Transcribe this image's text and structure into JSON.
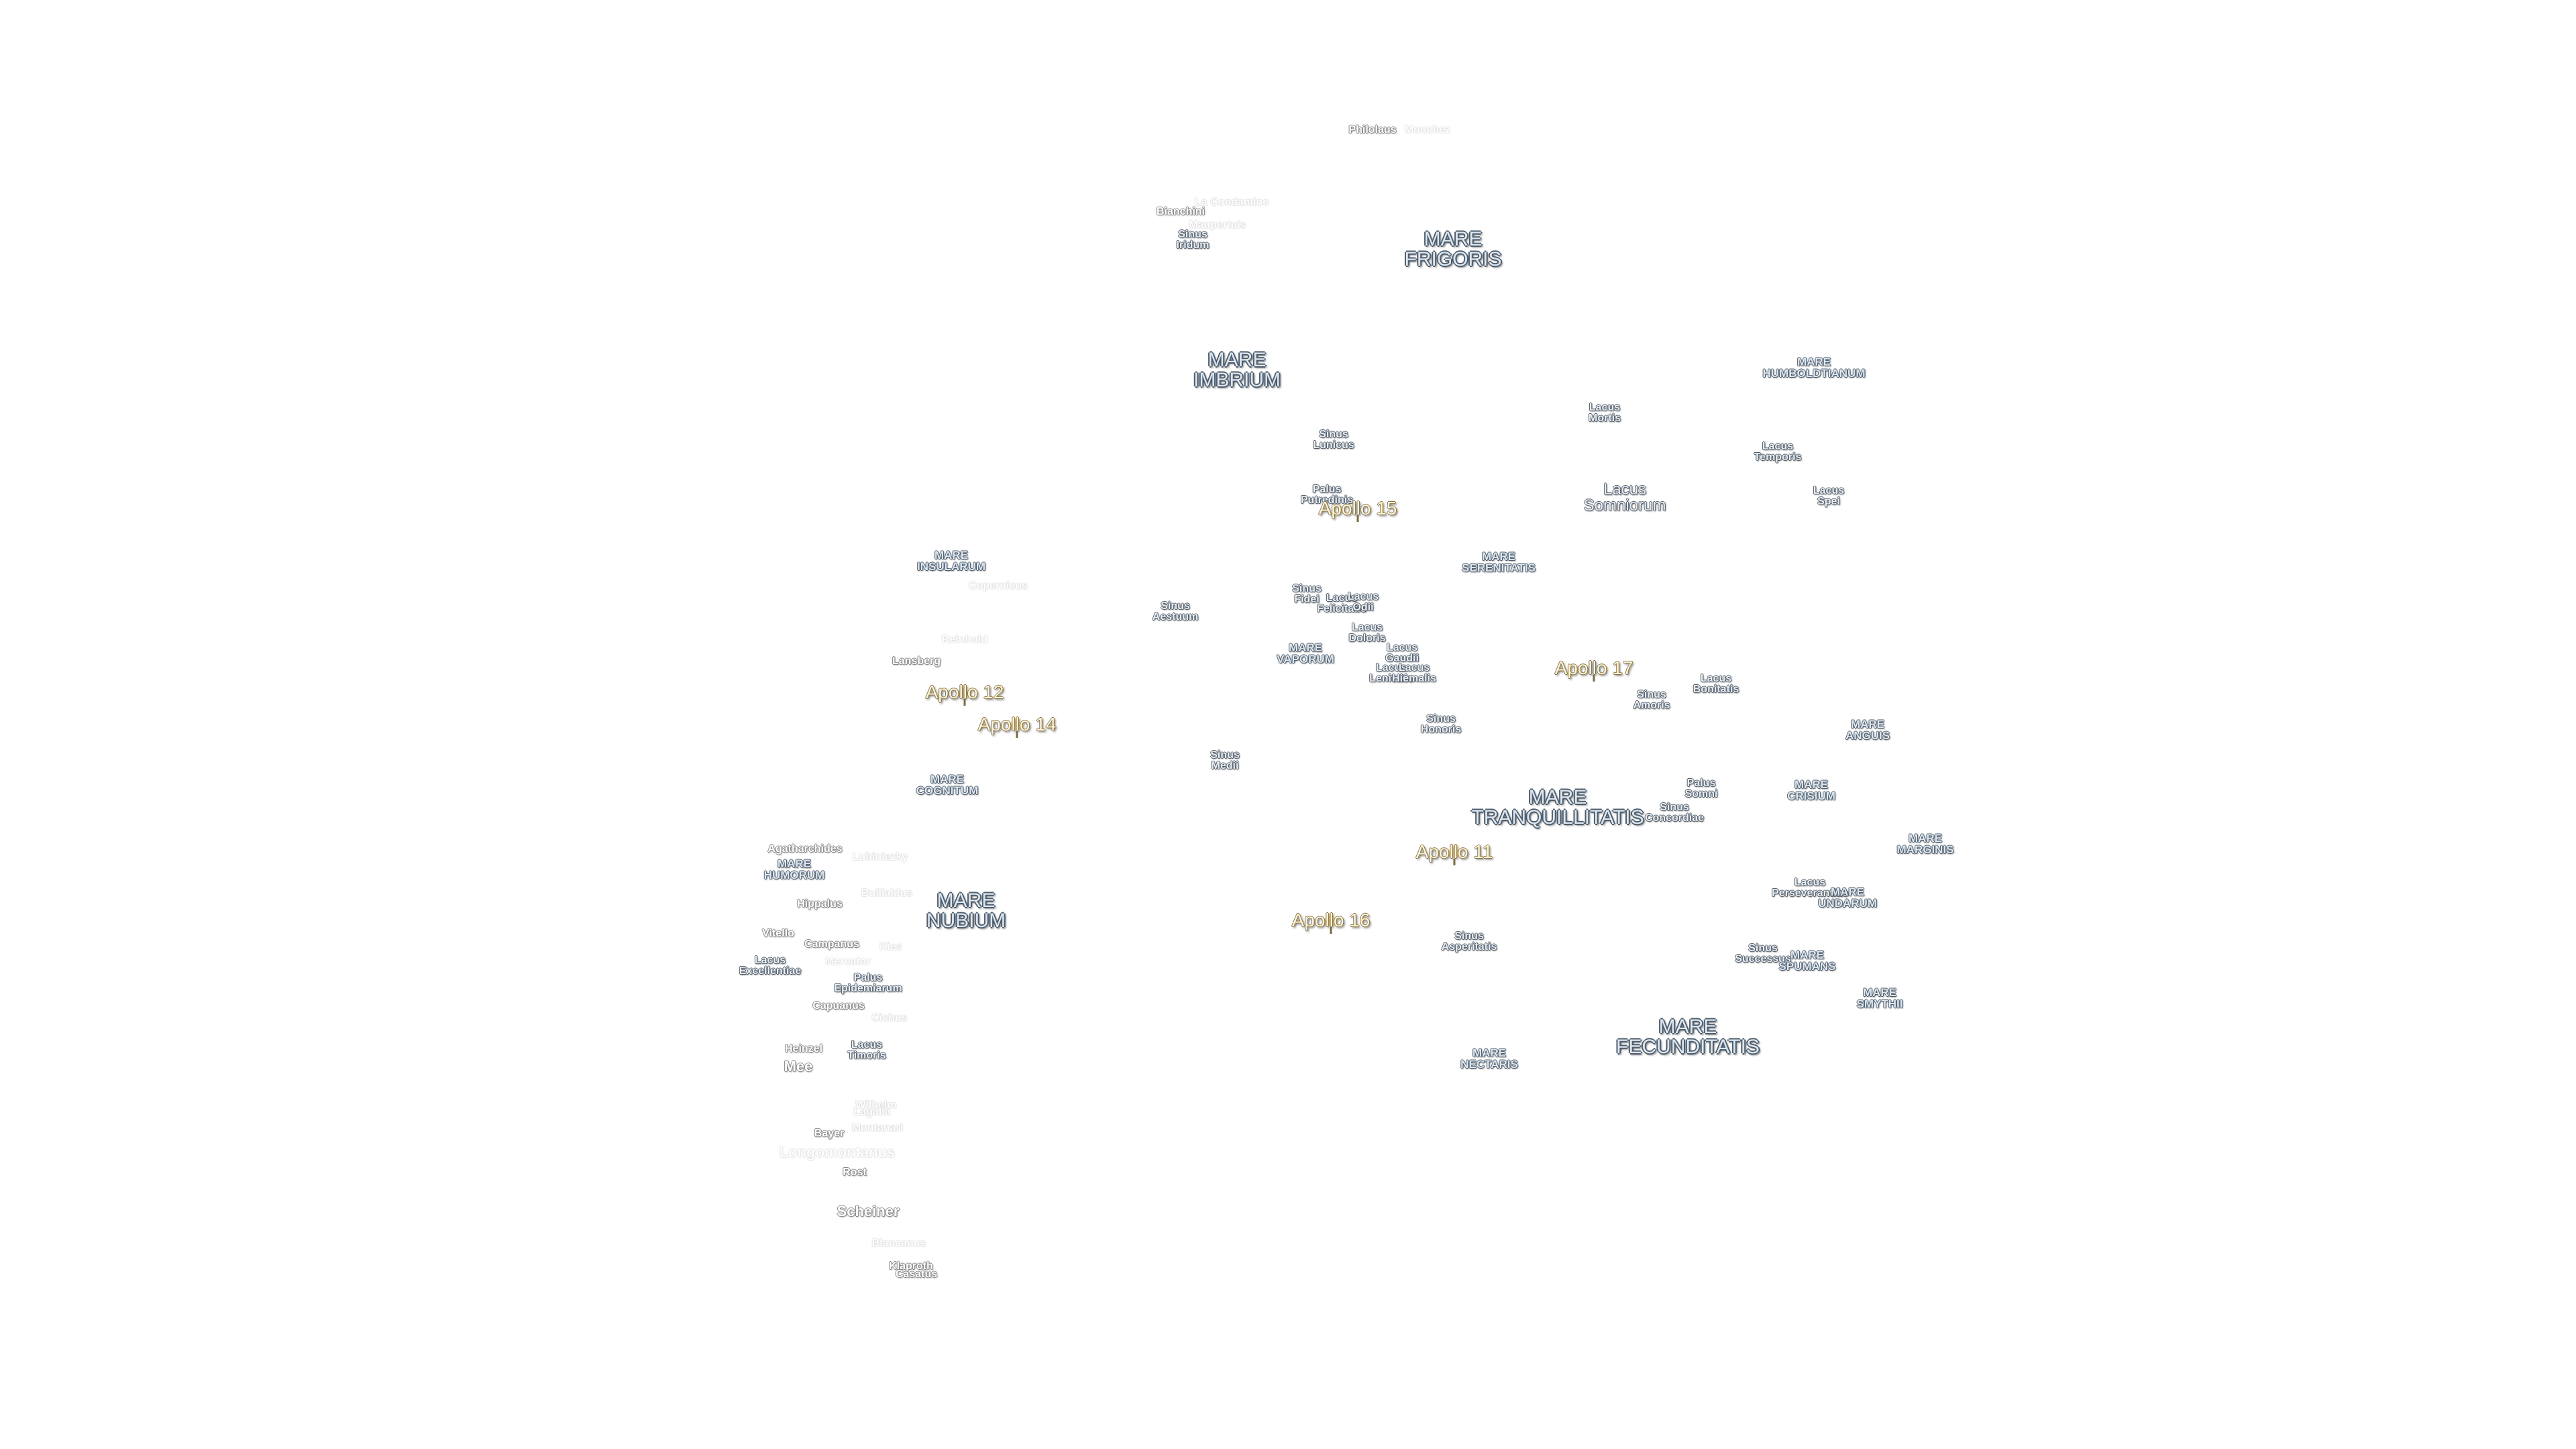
{
  "labels": [
    {
      "id": "philolaus",
      "text": "Philolaus",
      "kind": "crater"
    },
    {
      "id": "mouchez",
      "text": "Mouchez",
      "kind": "faint"
    },
    {
      "id": "la-condamine",
      "text": "La Condamine",
      "kind": "faint"
    },
    {
      "id": "bianchini",
      "text": "Bianchini",
      "kind": "crater"
    },
    {
      "id": "maupertuis",
      "text": "Maupertuis",
      "kind": "faint"
    },
    {
      "id": "sinus-iridum",
      "text": "Sinus\nIridum",
      "kind": "lacus"
    },
    {
      "id": "mare-frigoris",
      "text": "MARE\nFRIGORIS",
      "kind": "mare"
    },
    {
      "id": "mare-imbrium",
      "text": "MARE\nIMBRIUM",
      "kind": "mare"
    },
    {
      "id": "mare-humboldtianum",
      "text": "MARE\nHUMBOLDTIANUM",
      "kind": "mare-s"
    },
    {
      "id": "lacus-mortis",
      "text": "Lacus\nMortis",
      "kind": "lacus"
    },
    {
      "id": "sinus-lunicus",
      "text": "Sinus\nLunicus",
      "kind": "lacus"
    },
    {
      "id": "lacus-temporis",
      "text": "Lacus\nTemporis",
      "kind": "lacus"
    },
    {
      "id": "palus-putredinis",
      "text": "Palus\nPutredinis",
      "kind": "lacus"
    },
    {
      "id": "lacus-somniorum",
      "text": "Lacus\nSomniorum",
      "kind": "lacus-l"
    },
    {
      "id": "lacus-spei",
      "text": "Lacus\nSpei",
      "kind": "lacus"
    },
    {
      "id": "mare-insularum",
      "text": "MARE\nINSULARUM",
      "kind": "mare-s"
    },
    {
      "id": "copernicus",
      "text": "Copernicus",
      "kind": "faint"
    },
    {
      "id": "mare-serenitatis",
      "text": "MARE\nSERENITATIS",
      "kind": "mare-s"
    },
    {
      "id": "sinus-aestuum",
      "text": "Sinus\nAestuum",
      "kind": "lacus"
    },
    {
      "id": "sinus-fidei",
      "text": "Sinus\nFidei",
      "kind": "lacus"
    },
    {
      "id": "lacus-felicitatis",
      "text": "Lacus\nFelicitatis",
      "kind": "lacus"
    },
    {
      "id": "lacus-odii",
      "text": "Lacus\nOdii",
      "kind": "lacus"
    },
    {
      "id": "reinhold",
      "text": "Reinhold",
      "kind": "faint"
    },
    {
      "id": "lacus-doloris",
      "text": "Lacus\nDoloris",
      "kind": "lacus"
    },
    {
      "id": "mare-vaporum",
      "text": "MARE\nVAPORUM",
      "kind": "mare-s"
    },
    {
      "id": "lacus-gaudii",
      "text": "Lacus\nGaudii",
      "kind": "lacus"
    },
    {
      "id": "lansberg",
      "text": "Lansberg",
      "kind": "crater"
    },
    {
      "id": "lacus-lenitatis",
      "text": "Lacus\nLenitatis",
      "kind": "lacus"
    },
    {
      "id": "lacus-hiemalis",
      "text": "Lacus\nHiemalis",
      "kind": "lacus"
    },
    {
      "id": "sinus-amoris",
      "text": "Sinus\nAmoris",
      "kind": "lacus"
    },
    {
      "id": "lacus-bonitatis",
      "text": "Lacus\nBonitatis",
      "kind": "lacus"
    },
    {
      "id": "sinus-honoris",
      "text": "Sinus\nHonoris",
      "kind": "lacus"
    },
    {
      "id": "mare-anguis",
      "text": "MARE\nANGUIS",
      "kind": "mare-s"
    },
    {
      "id": "sinus-medii",
      "text": "Sinus\nMedii",
      "kind": "lacus"
    },
    {
      "id": "mare-cognitum",
      "text": "MARE\nCOGNITUM",
      "kind": "mare-s"
    },
    {
      "id": "palus-somni",
      "text": "Palus\nSomni",
      "kind": "lacus"
    },
    {
      "id": "mare-crisium",
      "text": "MARE\nCRISIUM",
      "kind": "mare-s"
    },
    {
      "id": "mare-tranquillitatis",
      "text": "MARE\nTRANQUILLITATIS",
      "kind": "mare"
    },
    {
      "id": "sinus-concordiae",
      "text": "Sinus\nConcordiae",
      "kind": "lacus"
    },
    {
      "id": "mare-marginis",
      "text": "MARE\nMARGINIS",
      "kind": "mare-s"
    },
    {
      "id": "agatharchides",
      "text": "Agatharchides",
      "kind": "crater"
    },
    {
      "id": "mare-humorum",
      "text": "MARE\nHUMORUM",
      "kind": "mare-s"
    },
    {
      "id": "lubiniezky",
      "text": "Lubiniezky",
      "kind": "faint"
    },
    {
      "id": "bullialdus",
      "text": "Bullialdus",
      "kind": "faint"
    },
    {
      "id": "mare-nubium",
      "text": "MARE\nNUBIUM",
      "kind": "mare"
    },
    {
      "id": "hippalus",
      "text": "Hippalus",
      "kind": "crater"
    },
    {
      "id": "lacus-perseverantiae",
      "text": "Lacus\nPerseverantiae",
      "kind": "lacus"
    },
    {
      "id": "mare-undarum",
      "text": "MARE\nUNDARUM",
      "kind": "mare-s"
    },
    {
      "id": "vitello",
      "text": "Vitello",
      "kind": "crater"
    },
    {
      "id": "campanus",
      "text": "Campanus",
      "kind": "crater"
    },
    {
      "id": "kies",
      "text": "Kies",
      "kind": "faint"
    },
    {
      "id": "sinus-asperitatis",
      "text": "Sinus\nAsperitatis",
      "kind": "lacus"
    },
    {
      "id": "lacus-excellentiae",
      "text": "Lacus\nExcellentiae",
      "kind": "lacus"
    },
    {
      "id": "mercator",
      "text": "Mercator",
      "kind": "faint"
    },
    {
      "id": "palus-epidemiarum",
      "text": "Palus\nEpidemiarum",
      "kind": "lacus"
    },
    {
      "id": "sinus-successus",
      "text": "Sinus\nSuccessus",
      "kind": "lacus"
    },
    {
      "id": "mare-spumans",
      "text": "MARE\nSPUMANS",
      "kind": "mare-s"
    },
    {
      "id": "capuanus",
      "text": "Capuanus",
      "kind": "crater"
    },
    {
      "id": "mare-smythii",
      "text": "MARE\nSMYTHII",
      "kind": "mare-s"
    },
    {
      "id": "cichus",
      "text": "Cichus",
      "kind": "faint"
    },
    {
      "id": "mare-fecunditatis",
      "text": "MARE\nFECUNDITATIS",
      "kind": "mare"
    },
    {
      "id": "heinzel",
      "text": "Heinzel",
      "kind": "crater"
    },
    {
      "id": "lacus-timoris",
      "text": "Lacus\nTimoris",
      "kind": "lacus"
    },
    {
      "id": "mare-nectaris",
      "text": "MARE\nNECTARIS",
      "kind": "mare-s"
    },
    {
      "id": "mee",
      "text": "Mee",
      "kind": "crater-l"
    },
    {
      "id": "wilhelm",
      "text": "Wilhelm",
      "kind": "faint"
    },
    {
      "id": "lagalla",
      "text": "Lagalla",
      "kind": "faint"
    },
    {
      "id": "montanari",
      "text": "Montanari",
      "kind": "faint"
    },
    {
      "id": "bayer",
      "text": "Bayer",
      "kind": "crater"
    },
    {
      "id": "longomontanus",
      "text": "Longomontanus",
      "kind": "faint-l"
    },
    {
      "id": "rost",
      "text": "Rost",
      "kind": "crater"
    },
    {
      "id": "scheiner",
      "text": "Scheiner",
      "kind": "crater-l"
    },
    {
      "id": "blancanus",
      "text": "Blancanus",
      "kind": "faint"
    },
    {
      "id": "klaproth",
      "text": "Klaproth",
      "kind": "crater"
    },
    {
      "id": "casatus",
      "text": "Casatus",
      "kind": "crater"
    }
  ],
  "missions": [
    {
      "id": "apollo-15",
      "text": "Apollo 15"
    },
    {
      "id": "apollo-12",
      "text": "Apollo 12"
    },
    {
      "id": "apollo-14",
      "text": "Apollo 14"
    },
    {
      "id": "apollo-17",
      "text": "Apollo 17"
    },
    {
      "id": "apollo-11",
      "text": "Apollo 11"
    },
    {
      "id": "apollo-16",
      "text": "Apollo 16"
    }
  ],
  "colors": {
    "mare_fill": "#dde7f1",
    "mare_outline": "#4e5d6c",
    "apollo_fill": "#fdf5dc",
    "apollo_outline": "#8a7440"
  }
}
